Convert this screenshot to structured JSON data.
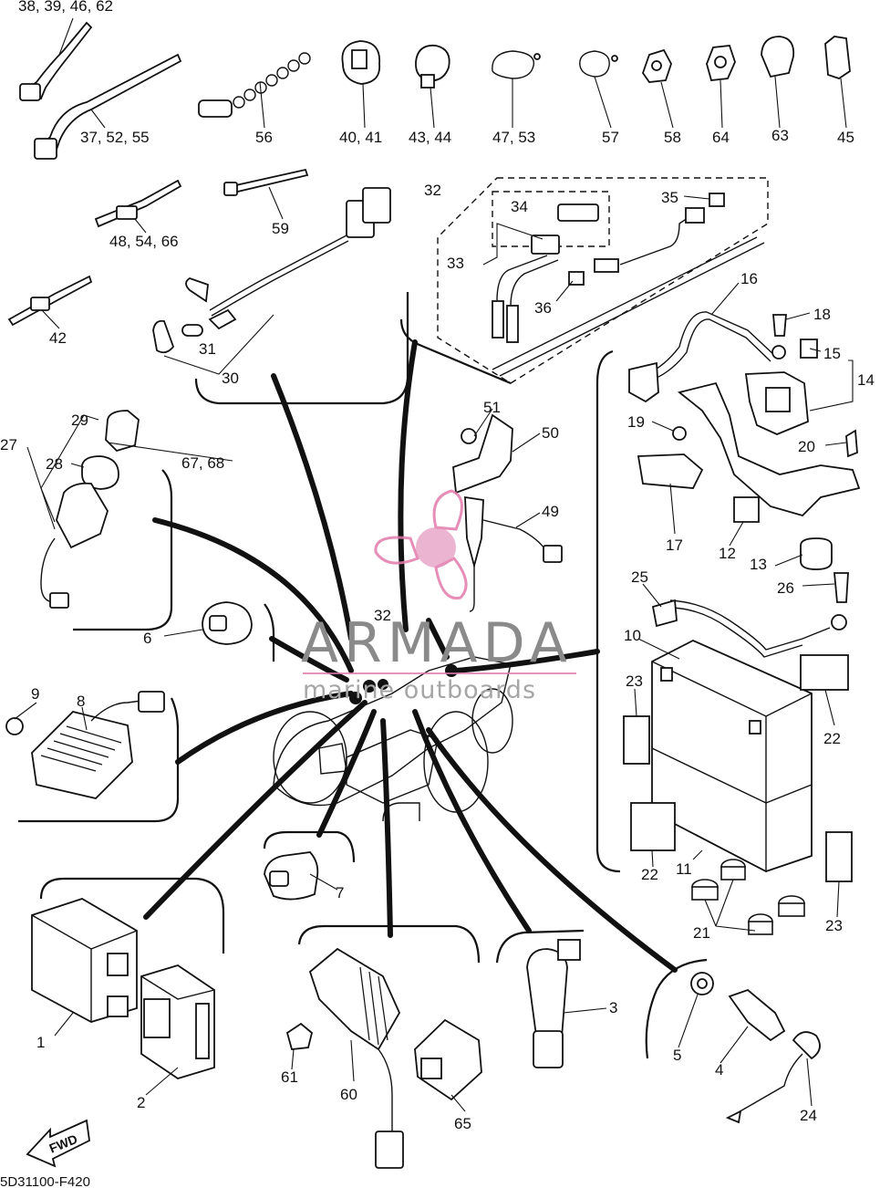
{
  "diagram_code": "5D31100-F420",
  "direction_label": "FWD",
  "watermark": {
    "brand": "ARMADA",
    "tagline": "marine outboards"
  },
  "labels": {
    "l38_39_46_62": "38, 39, 46, 62",
    "l37_52_55": "37, 52, 55",
    "l56": "56",
    "l40_41": "40, 41",
    "l43_44": "43, 44",
    "l47_53": "47,  53",
    "l57": "57",
    "l58": "58",
    "l64": "64",
    "l63": "63",
    "l45": "45",
    "l48_54_66": "48, 54, 66",
    "l59": "59",
    "l42": "42",
    "l31": "31",
    "l30": "30",
    "l32_top": "32",
    "l33": "33",
    "l34": "34",
    "l35": "35",
    "l36": "36",
    "l16": "16",
    "l18": "18",
    "l15": "15",
    "l14": "14",
    "l19": "19",
    "l20": "20",
    "l17": "17",
    "l12": "12",
    "l13": "13",
    "l25": "25",
    "l26": "26",
    "l10": "10",
    "l23_left": "23",
    "l22_right": "22",
    "l22_left": "22",
    "l11": "11",
    "l21": "21",
    "l23_right": "23",
    "l29": "29",
    "l27": "27",
    "l28": "28",
    "l67_68": "67, 68",
    "l51": "51",
    "l50": "50",
    "l49": "49",
    "l6": "6",
    "l32_mid": "32",
    "l9": "9",
    "l8": "8",
    "l7": "7",
    "l1": "1",
    "l2": "2",
    "l61": "61",
    "l60": "60",
    "l65": "65",
    "l3": "3",
    "l5": "5",
    "l4": "4",
    "l24": "24"
  }
}
